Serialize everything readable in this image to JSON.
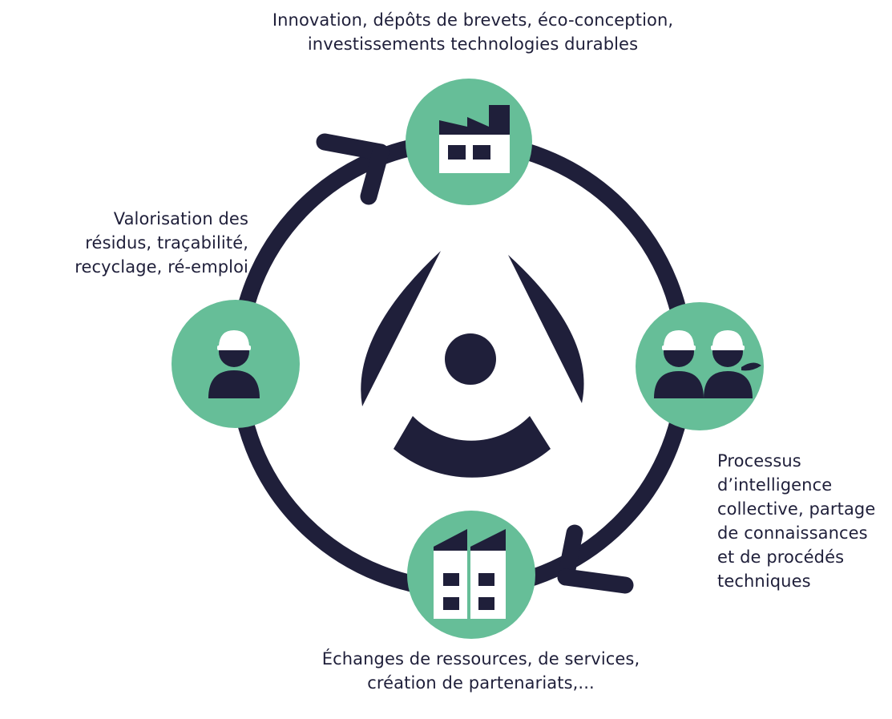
{
  "labels": {
    "top": {
      "lines": [
        "Innovation, dépôts de brevets, éco-conception,",
        "investissements technologies durables"
      ]
    },
    "left": {
      "lines": [
        "Valorisation des",
        "résidus, traçabilité,",
        "recyclage, ré-emploi"
      ]
    },
    "right": {
      "lines": [
        "Processus",
        "d’intelligence",
        "collective, partage",
        "de connaissances",
        "et de procédés",
        "techniques"
      ]
    },
    "bottom": {
      "lines": [
        "Échanges de ressources, de services,",
        "création de partenariats,..."
      ]
    }
  },
  "colors": {
    "node_fill": "#66be98",
    "dark": "#1f1f3a",
    "light": "#ffffff"
  },
  "icons": {
    "top": "factory-icon",
    "right": "two-workers-icon",
    "bottom": "two-buildings-icon",
    "left": "worker-icon",
    "center": "central-logo-icon"
  }
}
